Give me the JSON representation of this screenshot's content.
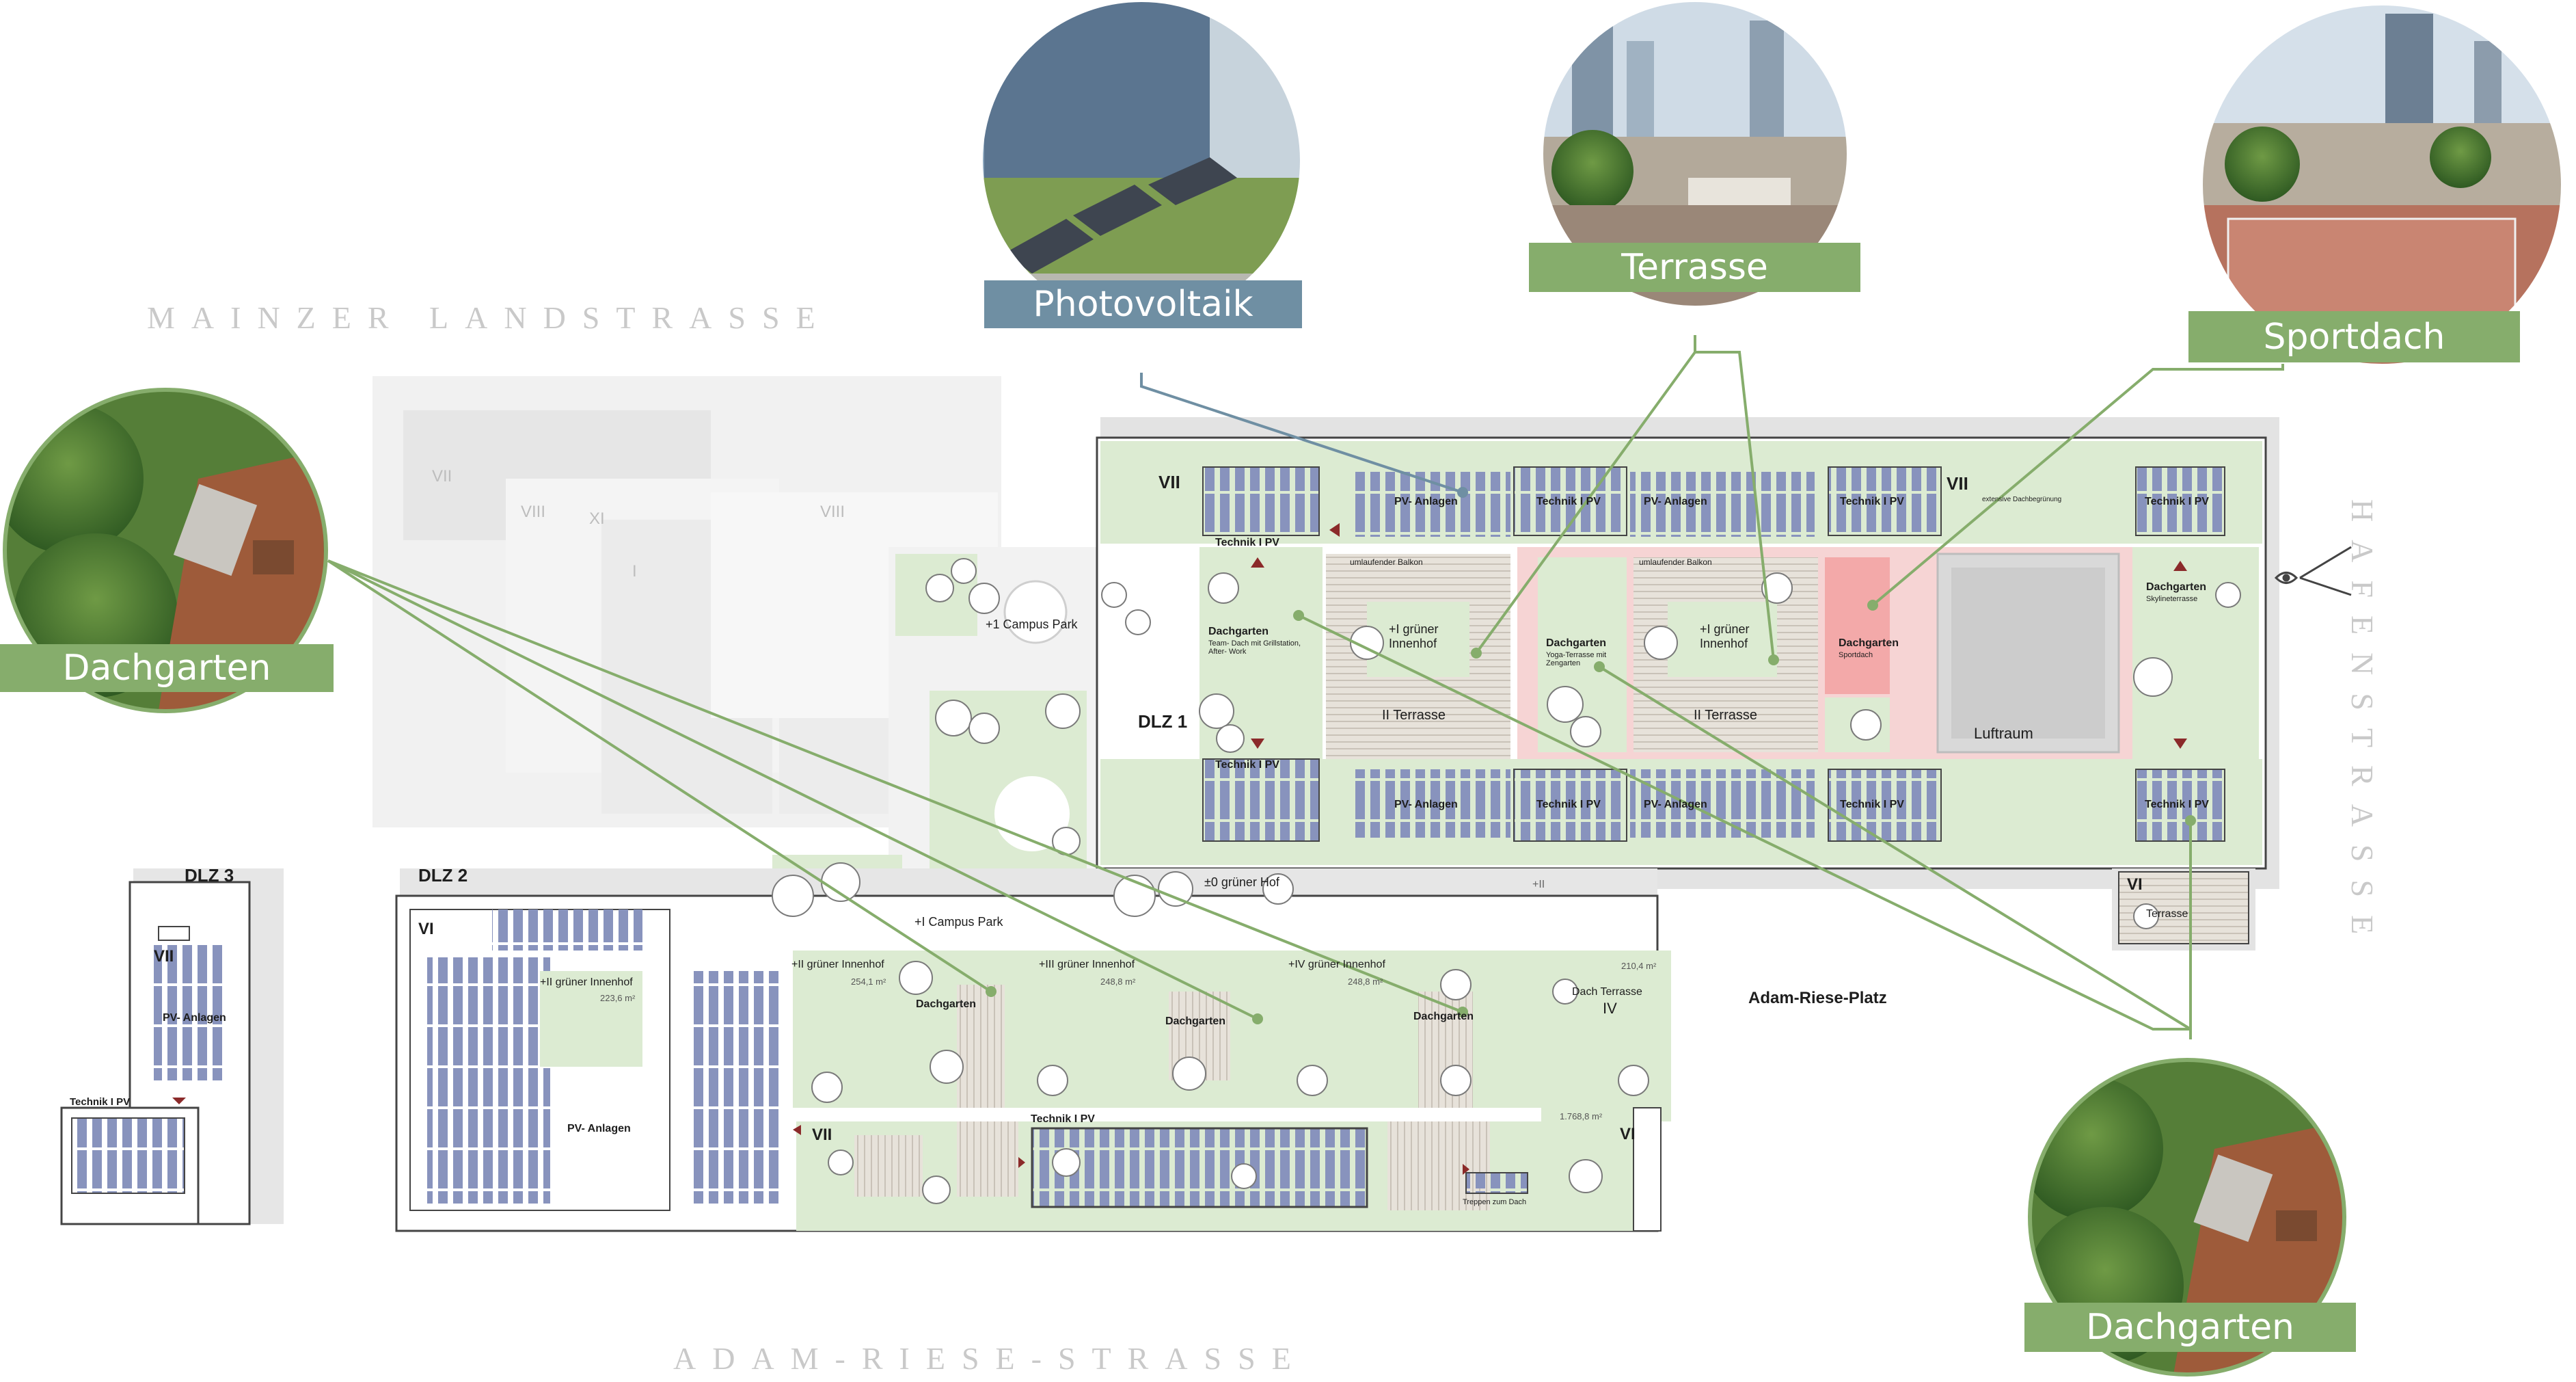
{
  "streets": {
    "north": "MAINZER LANDSTRASSE",
    "south": "ADAM-RIESE-STRASSE",
    "east": "HAFENSTRASSE"
  },
  "callouts": {
    "photovoltaik": "Photovoltaik",
    "terrasse": "Terrasse",
    "sportdach": "Sportdach",
    "dachgarten_left": "Dachgarten",
    "dachgarten_right": "Dachgarten"
  },
  "buildings": {
    "dlz1": "DLZ 1",
    "dlz2": "DLZ 2",
    "dlz3": "DLZ 3"
  },
  "floors": {
    "vii_a": "VII",
    "viii_a": "VIII",
    "xi": "XI",
    "viii_b": "VIII",
    "i": "I",
    "vii_dlz1": "VII",
    "vii_dlz1_b": "VII",
    "vi_dlz1": "VI",
    "vi_dlz2": "VI",
    "vii_dlz2": "VII",
    "vi_dlz2_b": "VI",
    "vii_dlz3": "VII"
  },
  "labels": {
    "technik_pv": "Technik I PV",
    "pv_anlagen": "PV- Anlagen",
    "umlaufender_balkon": "umlaufender Balkon",
    "plus1_gruener_innenhof_a": "+I grüner Innenhof",
    "plus1_gruener_innenhof_b": "+I grüner Innenhof",
    "ii_terrasse_a": "II Terrasse",
    "ii_terrasse_b": "II Terrasse",
    "dachgarten": "Dachgarten",
    "dachgarten_team": "Team- Dach mit Grillstation, After- Work",
    "dachgarten_yoga": "Yoga-Terrasse mit Zengarten",
    "dachgarten_sport": "Sportdach",
    "dachgarten_skyline": "Skylineterrasse",
    "extensive_dachbegruenung": "extensive Dachbegrünung",
    "luftraum": "Luftraum",
    "campus_park_1": "+1 Campus Park",
    "campus_park_2": "+I Campus Park",
    "gruener_hof_0": "±0 grüner Hof",
    "plus_ii_small": "+II",
    "terrasse_small": "Terrasse",
    "adam_riese_platz": "Adam-Riese-Platz",
    "innenhof_ii_a": "+II grüner Innenhof",
    "innenhof_ii_b": "+II grüner Innenhof",
    "innenhof_iii": "+III grüner Innenhof",
    "innenhof_iv": "+IV grüner Innenhof",
    "area_223": "223,6 m²",
    "area_254": "254,1 m²",
    "area_248a": "248,8 m²",
    "area_248b": "248,8 m²",
    "area_210": "210,4 m²",
    "area_1768": "1.768,8 m²",
    "dach_terrasse": "Dach Terrasse",
    "iv": "IV",
    "treppen_zum_dach": "Treppen zum Dach"
  },
  "colors": {
    "roof_green": "#dcebd2",
    "roof_green_dark": "#c4dbb5",
    "pv_panel": "#8893bd",
    "pink": "#f6d4d4",
    "sport_red": "#f3a9a9",
    "ghost": "#eeeeee",
    "link_green": "#86ad6c",
    "link_blue": "#6f8fa3"
  }
}
